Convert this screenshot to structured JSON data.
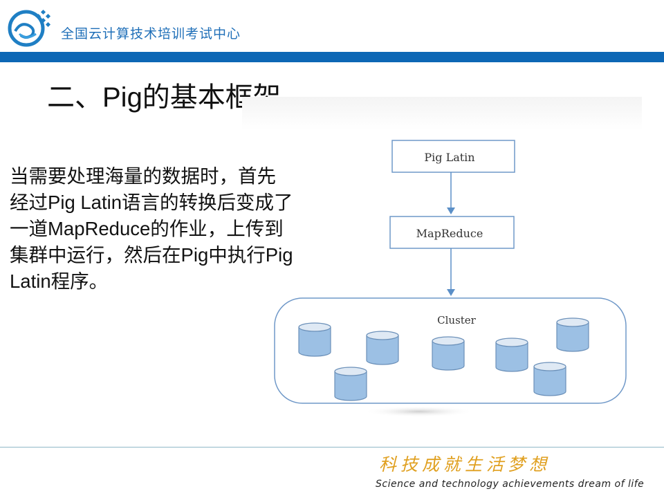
{
  "header": {
    "org_name": "全国云计算技术培训考试中心",
    "bar_color": "#0d67b5",
    "logo_icon": "cloud-swirl-logo-icon"
  },
  "slide": {
    "title": "二、Pig的基本框架",
    "body_lines": [
      " 当需要处理海量的数据时，首先",
      "经过Pig Latin语言的转换后变成了",
      "一道MapReduce的作业，上传到",
      "集群中运行，然后在Pig中执行Pig",
      "Latin程序。"
    ]
  },
  "diagram": {
    "box1_label": "Pig Latin",
    "box2_label": "MapReduce",
    "cluster_label": "Cluster",
    "database_icon": "database-cylinder-icon",
    "database_count": 7,
    "node_fill": "#9cc0e4",
    "line_color": "#5b8fc7"
  },
  "footer": {
    "slogan_cn": "科技成就生活梦想",
    "slogan_en": "Science and technology achievements dream of life",
    "slogan_color": "#e0a020"
  }
}
